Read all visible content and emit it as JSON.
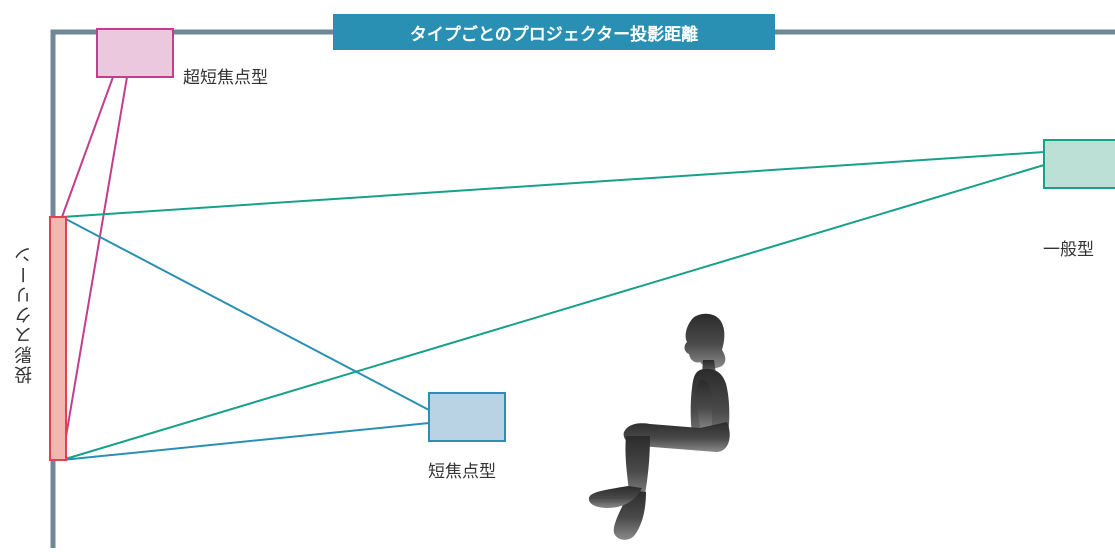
{
  "title": "タイプごとのプロジェクター投影距離",
  "screen_label": "投影スクリーン",
  "projectors": {
    "ultra_short_throw": "超短焦点型",
    "short_throw": "短焦点型",
    "standard": "一般型"
  },
  "colors": {
    "wall": "#6f8796",
    "title_bg": "#2a90b3",
    "screen_fill": "#f4b6b1",
    "screen_stroke": "#e2424f",
    "ultra_short_fill": "#ebc8de",
    "ultra_short_stroke": "#c23d8d",
    "short_fill": "#b9d3e5",
    "short_stroke": "#2a90b3",
    "standard_fill": "#bde0d6",
    "standard_stroke": "#17a08a"
  }
}
